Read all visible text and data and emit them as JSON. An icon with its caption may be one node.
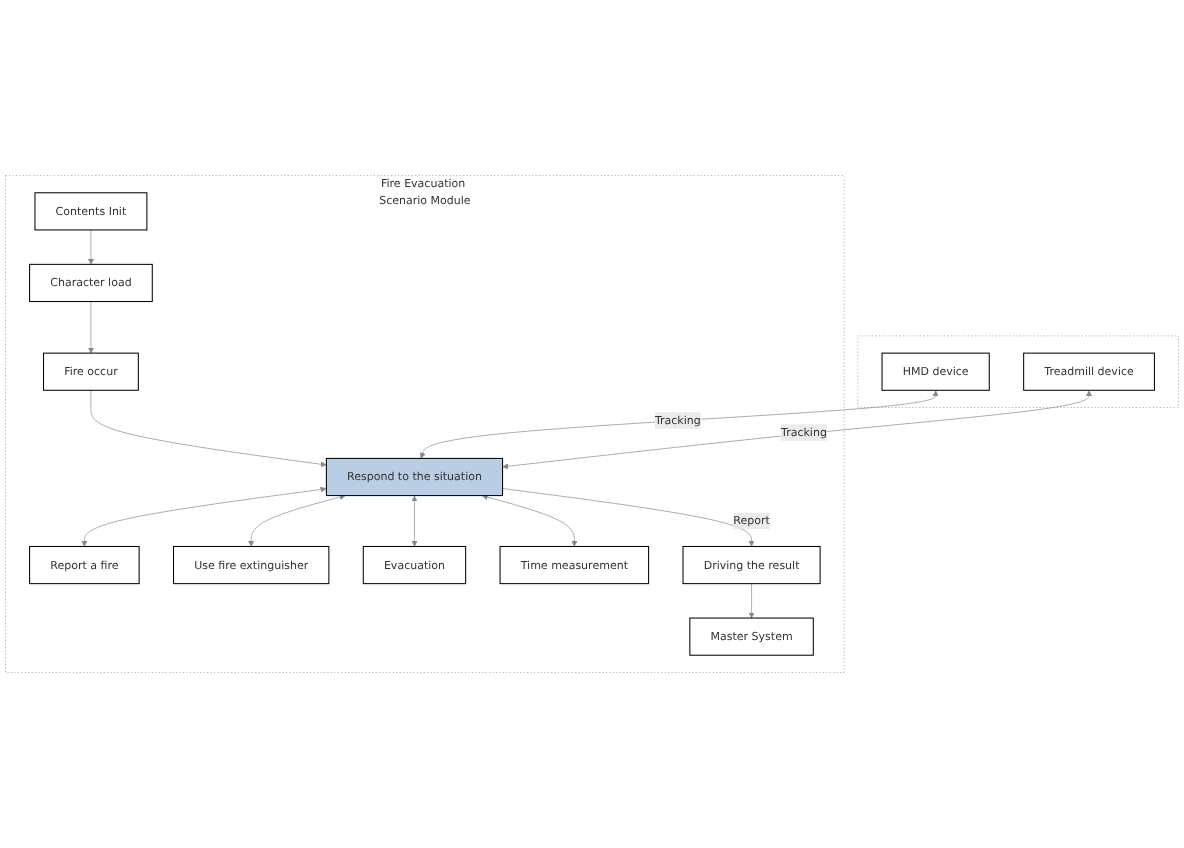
{
  "diagram": {
    "nodes": [
      {
        "text": [
          "Fire Evacuation Scenario Module"
        ]
      },
      {
        "text": [
          "Contents Init"
        ],
        "in": 0
      },
      {
        "text": [
          "Character load"
        ],
        "in": 0
      },
      {
        "text": [
          "Fire occur"
        ],
        "in": 0
      },
      {
        "text": [
          "Respond to the situation"
        ],
        "in": 0
      },
      {
        "text": [
          "Report a fire"
        ],
        "in": 0
      },
      {
        "text": [
          "Use fire extinguisher"
        ],
        "in": 0
      },
      {
        "text": [
          "Evacuation"
        ],
        "in": 0
      },
      {
        "text": [
          "Time measurement"
        ],
        "in": 0
      },
      {
        "text": [
          "Driving the result"
        ],
        "in": 0
      },
      {
        "text": [
          "Master System"
        ],
        "in": 0
      },
      {
        "text": [],
        "shape": "box"
      },
      {
        "text": [
          "HMD device"
        ],
        "in": 11
      },
      {
        "text": [
          "Treadmill device"
        ],
        "in": 11
      }
    ],
    "edges": [
      {
        "from": 1,
        "to": 2,
        "arrow": "to"
      },
      {
        "from": 2,
        "to": 3,
        "arrow": "to"
      },
      {
        "from": 3,
        "to": 4,
        "arrow": "to"
      },
      {
        "from": 12,
        "to": 4,
        "arrow": "both",
        "label": "Tracking"
      },
      {
        "from": 13,
        "to": 4,
        "arrow": "both",
        "label": "Tracking"
      },
      {
        "from": 4,
        "to": 5,
        "arrow": "both"
      },
      {
        "from": 4,
        "to": 6,
        "arrow": "both"
      },
      {
        "from": 4,
        "to": 7,
        "arrow": "both"
      },
      {
        "from": 4,
        "to": 8,
        "arrow": "both"
      },
      {
        "from": 4,
        "to": 9,
        "arrow": "to",
        "label": "Report"
      },
      {
        "from": 9,
        "to": 10,
        "arrow": "to"
      }
    ]
  }
}
